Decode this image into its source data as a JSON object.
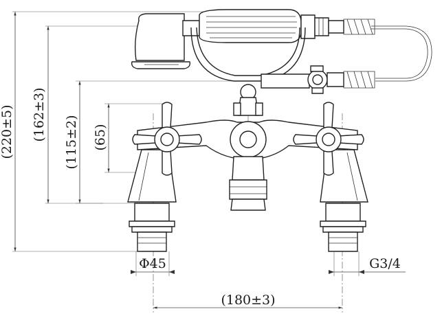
{
  "dimensions": {
    "overall_height": "(220±5)",
    "handset_height": "(162±3)",
    "spout_height": "(115±2)",
    "handle_height": "(65)",
    "inlet_diameter": "Φ45",
    "thread_size": "G3/4",
    "centers": "(180±3)"
  }
}
